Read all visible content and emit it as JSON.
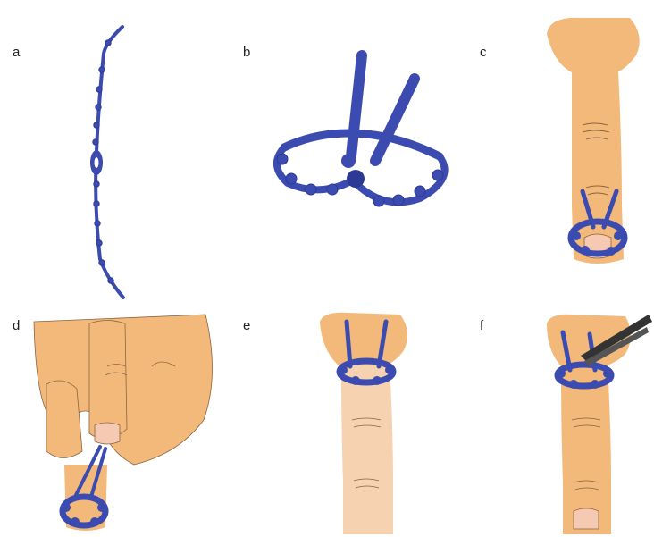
{
  "panels": [
    {
      "label": "a"
    },
    {
      "label": "b"
    },
    {
      "label": "c"
    },
    {
      "label": "d"
    },
    {
      "label": "e"
    },
    {
      "label": "f"
    }
  ],
  "colors": {
    "ring": "#3b4bb0",
    "ring_dark": "#2c3a94",
    "skin": "#f2b97a",
    "skin_light": "#f6d2b0",
    "skin_line": "#8a6440",
    "nail": "#f5c9b2",
    "tool": "#333333"
  }
}
